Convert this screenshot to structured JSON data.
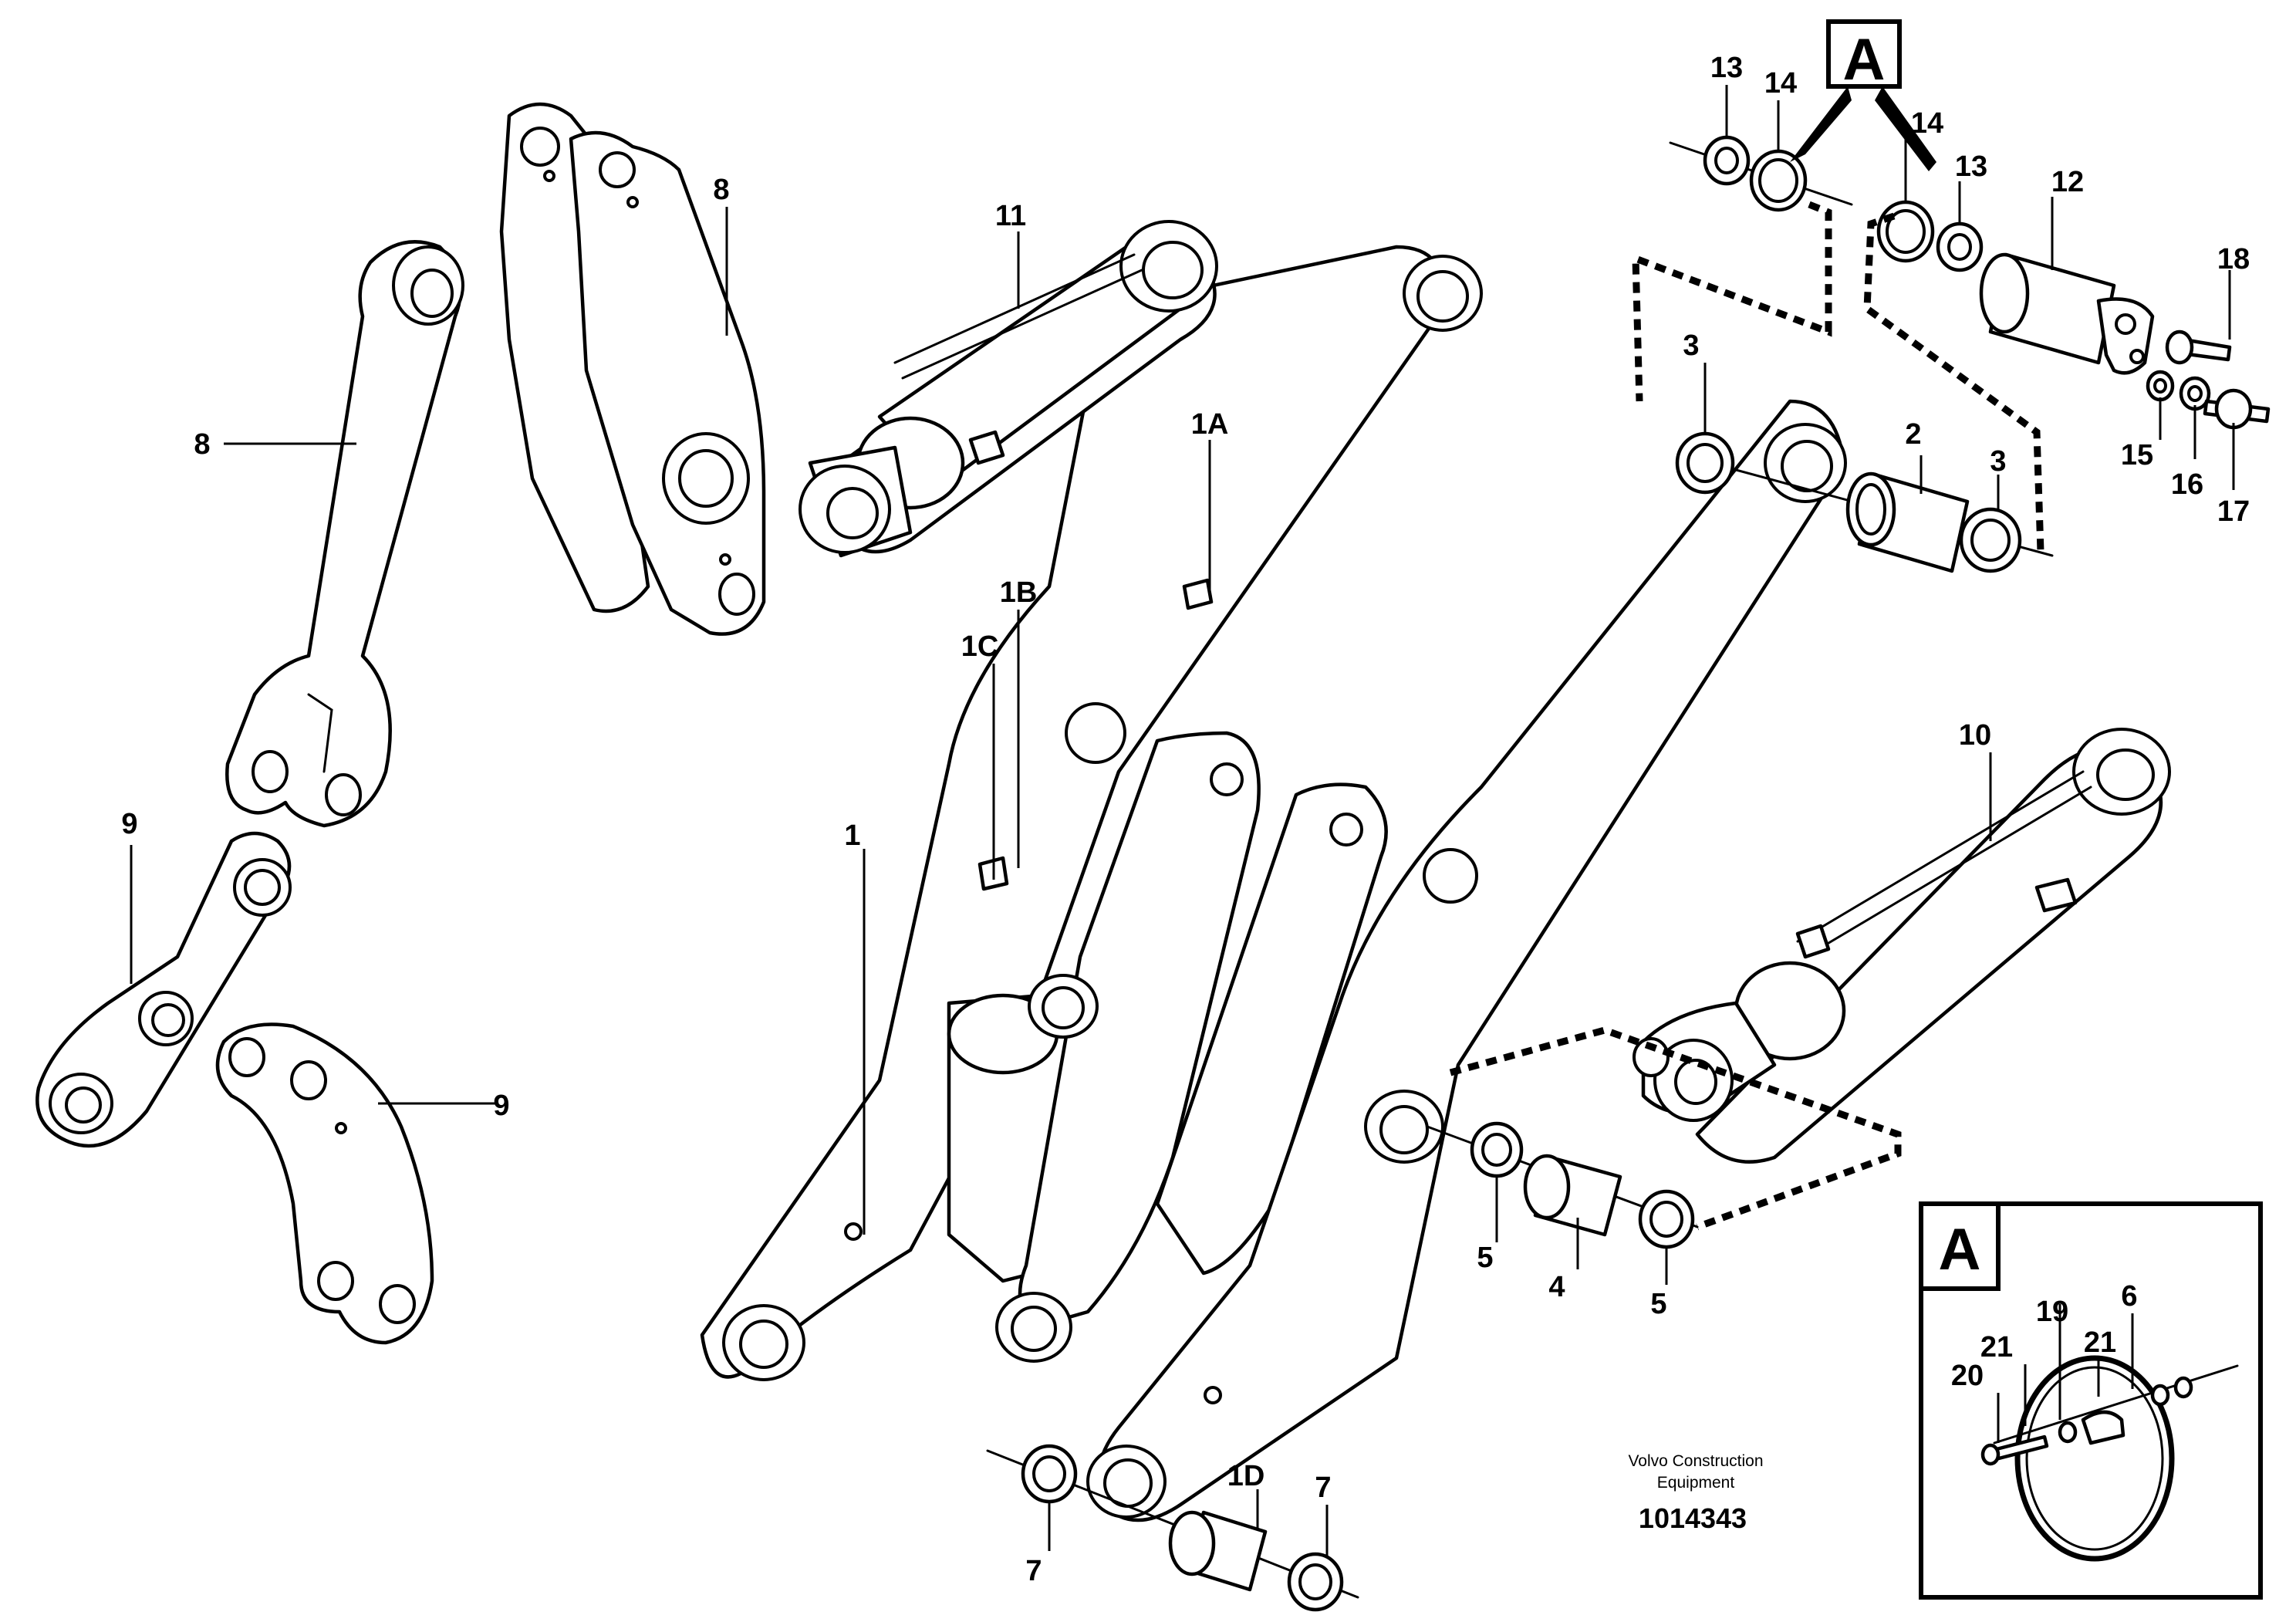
{
  "document": {
    "credit_line1": "Volvo Construction",
    "credit_line2": "Equipment",
    "part_number": "1014343"
  },
  "detail_box": {
    "label": "A"
  },
  "detail_ref": {
    "label": "A"
  },
  "callouts": {
    "c1": "1",
    "c1A": "1A",
    "c1B": "1B",
    "c1C": "1C",
    "c1D": "1D",
    "c2": "2",
    "c3a": "3",
    "c3b": "3",
    "c4": "4",
    "c5a": "5",
    "c5b": "5",
    "c6": "6",
    "c7a": "7",
    "c7b": "7",
    "c8a": "8",
    "c8b": "8",
    "c9a": "9",
    "c9b": "9",
    "c10": "10",
    "c11": "11",
    "c12": "12",
    "c13a": "13",
    "c13b": "13",
    "c14a": "14",
    "c14b": "14",
    "c15": "15",
    "c16": "16",
    "c17": "17",
    "c18": "18",
    "c19": "19",
    "c20": "20",
    "c21a": "21",
    "c21b": "21"
  }
}
